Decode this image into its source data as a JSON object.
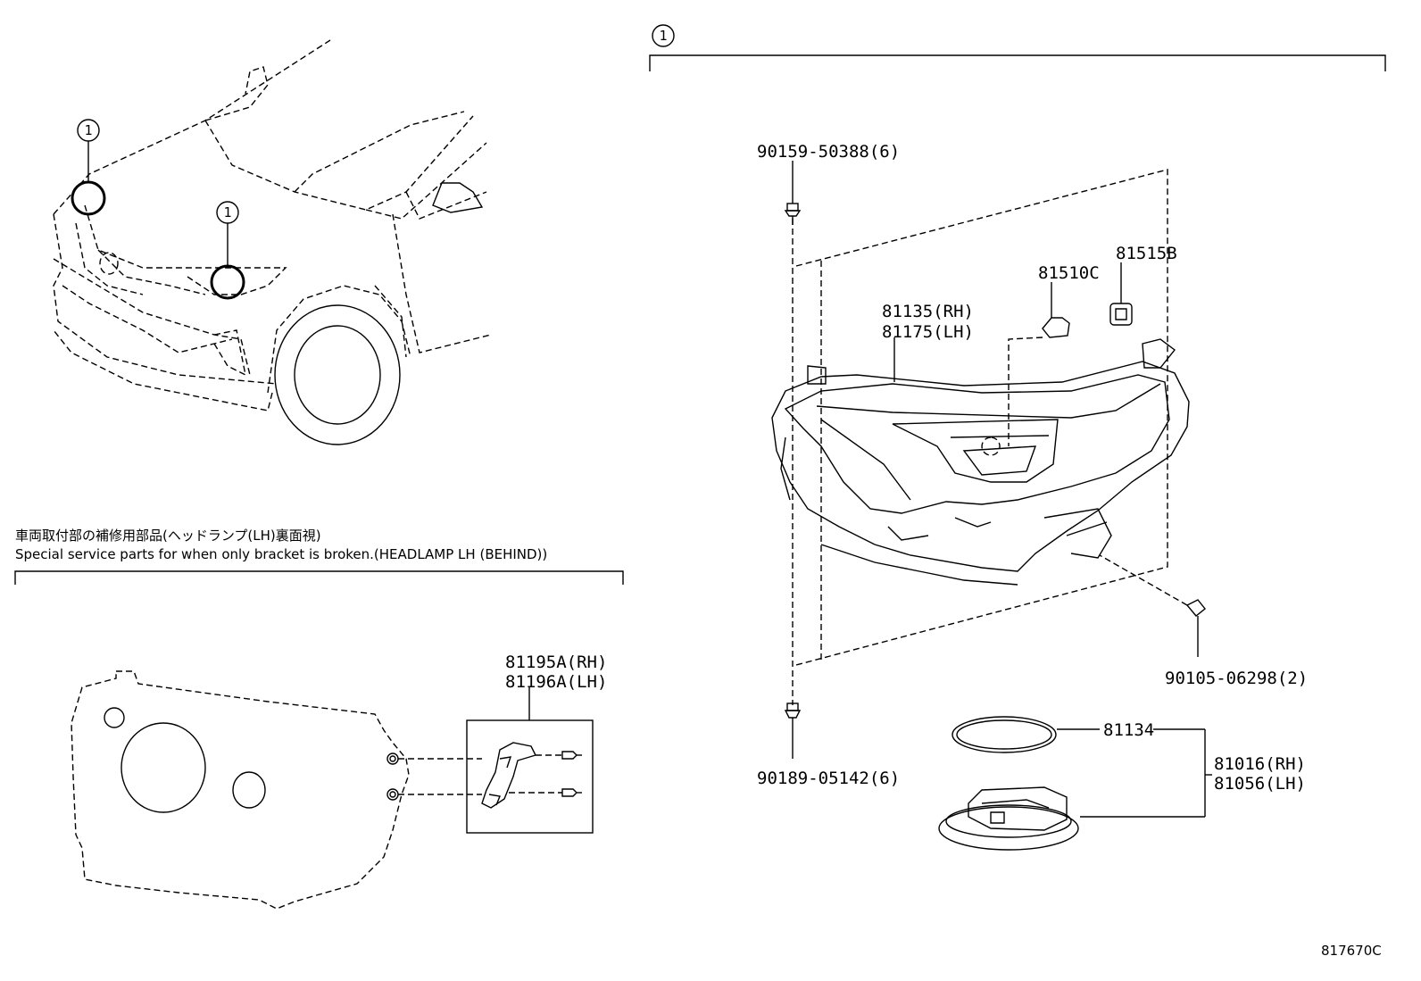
{
  "diagram_id": "817670C",
  "callout": "1",
  "parts": {
    "screw_top": "90159-50388(6)",
    "bulb_clip": "81515B",
    "bulb": "81510C",
    "headlamp_rh": "81135(RH)",
    "headlamp_lh": "81175(LH)",
    "screw_right": "90105-06298(2)",
    "screw_bottom": "90189-05142(6)",
    "gasket": "81134",
    "cap_rh": "81016(RH)",
    "cap_lh": "81056(LH)",
    "bracket_rh": "81195A(RH)",
    "bracket_lh": "81196A(LH)"
  },
  "note": {
    "ja": "車両取付部の補修用部品(ヘッドランプ(LH)裏面視)",
    "en": "Special service parts for when only bracket is broken.(HEADLAMP LH (BEHIND))"
  }
}
